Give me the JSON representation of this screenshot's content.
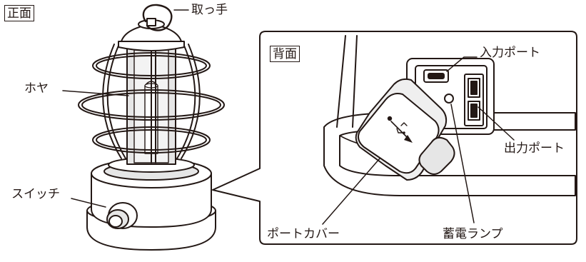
{
  "views": {
    "front": "正面",
    "back": "背面"
  },
  "labels": {
    "handle": "取っ手",
    "globe": "ホヤ",
    "switch": "スイッチ",
    "input_port": "入力ポート",
    "output_port": "出力ポート",
    "port_cover": "ポートカバー",
    "charge_lamp": "蓄電ランプ"
  },
  "colors": {
    "line": "#231815",
    "fill": "#ffffff",
    "shade": "#e6e6e6",
    "cover_shade": "#efefef"
  }
}
